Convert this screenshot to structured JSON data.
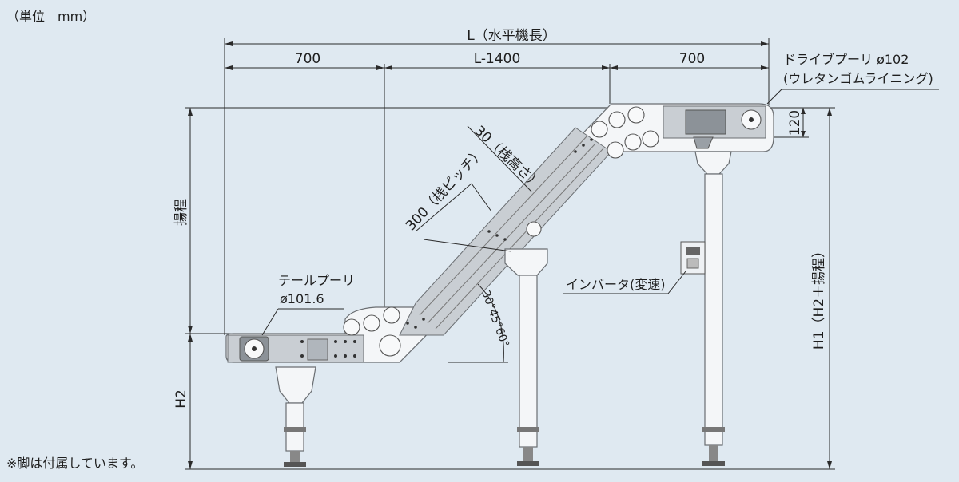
{
  "unit_label": "（単位　mm）",
  "footnote": "※脚は付属しています。",
  "dimensions": {
    "total_length": "L（水平機長）",
    "left_flat": "700",
    "middle": "L-1400",
    "right_flat": "700",
    "head_height": "120",
    "lift": "揚程",
    "h1": "H1（H2＋揚程）",
    "h2": "H2",
    "cleat_height": "30（桟高さ）",
    "cleat_pitch": "300（桟ピッチ）",
    "angles": "30°45°60°"
  },
  "callouts": {
    "drive_pulley_line1": "ドライブプーリ ø102",
    "drive_pulley_line2": "(ウレタンゴムライニング)",
    "tail_pulley_line1": "テールプーリ",
    "tail_pulley_line2": "ø101.6",
    "inverter": "インバータ(変速)"
  },
  "colors": {
    "background": "#dfe9f1",
    "line": "#2a2a2a"
  }
}
